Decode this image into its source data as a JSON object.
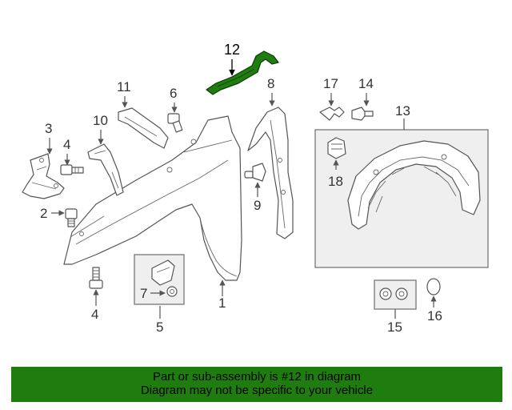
{
  "diagram": {
    "highlight_color": "#1e7d0e",
    "callouts": {
      "c1": "1",
      "c2": "2",
      "c3": "3",
      "c4a": "4",
      "c4b": "4",
      "c5": "5",
      "c6": "6",
      "c7": "7",
      "c8": "8",
      "c9": "9",
      "c10": "10",
      "c11": "11",
      "c12": "12",
      "c13": "13",
      "c14": "14",
      "c15": "15",
      "c16": "16",
      "c17": "17",
      "c18": "18"
    }
  },
  "banner": {
    "line1": "Part or sub-assembly is #12 in diagram",
    "line2": "Diagram may not be specific to your vehicle",
    "background": "#1e7d0e"
  }
}
